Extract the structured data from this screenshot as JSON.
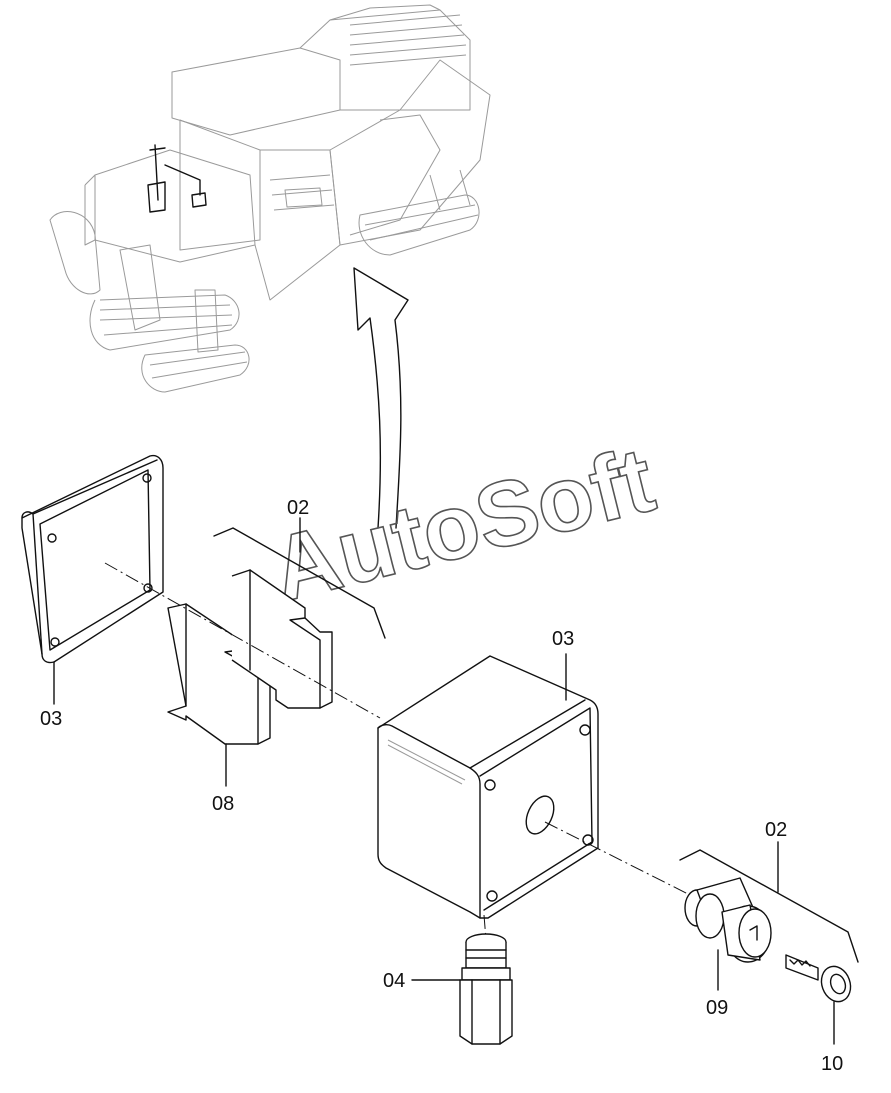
{
  "watermark": {
    "text": "AutoSoft"
  },
  "callouts": [
    {
      "id": "label-02-top",
      "text": "02"
    },
    {
      "id": "label-03-left",
      "text": "03"
    },
    {
      "id": "label-03-box",
      "text": "03"
    },
    {
      "id": "label-08",
      "text": "08"
    },
    {
      "id": "label-04",
      "text": "04"
    },
    {
      "id": "label-02-right",
      "text": "02"
    },
    {
      "id": "label-09",
      "text": "09"
    },
    {
      "id": "label-10",
      "text": "10"
    }
  ]
}
